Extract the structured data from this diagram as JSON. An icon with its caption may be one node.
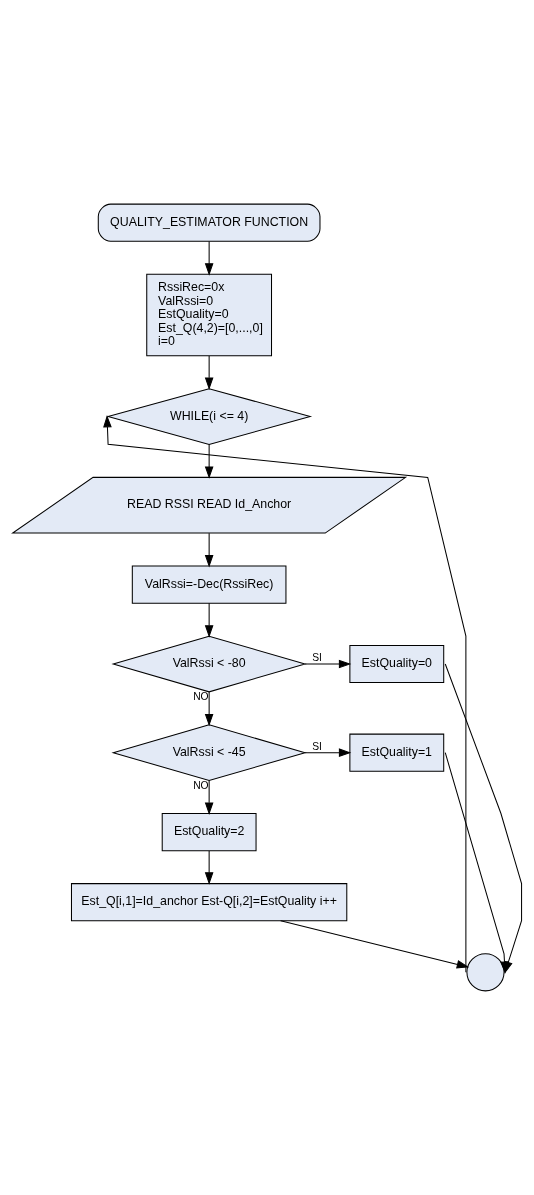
{
  "diagram": {
    "nodes": [
      {
        "text": [
          "QUALITY_ESTIMATOR FUNCTION"
        ]
      },
      {
        "text": [
          "RssiRec=0x",
          "ValRssi=0",
          "EstQuality=0",
          "Est_Q(4,2)=[0,...,0]",
          "i=0"
        ]
      },
      {
        "text": [
          "WHILE(i <= 4)"
        ]
      },
      {
        "text": [
          "READ RSSI READ Id_Anchor"
        ]
      },
      {
        "text": [
          "ValRssi=-Dec(RssiRec)"
        ]
      },
      {
        "text": [
          "ValRssi < -80"
        ]
      },
      {
        "text": [
          "EstQuality=0"
        ]
      },
      {
        "text": [
          "ValRssi < -45"
        ]
      },
      {
        "text": [
          "EstQuality=1"
        ]
      },
      {
        "text": [
          "EstQuality=2"
        ]
      },
      {
        "text": [
          "Est_Q[i,1]=Id_anchor Est-Q[i,2]=EstQuality i++"
        ]
      },
      {
        "text": [],
        "shape": "circle"
      }
    ],
    "edges": [
      {
        "from": 0,
        "to": 1,
        "arrow": "to"
      },
      {
        "from": 1,
        "to": 2,
        "arrow": "to"
      },
      {
        "from": 2,
        "to": 3,
        "arrow": "to"
      },
      {
        "from": 3,
        "to": 4,
        "arrow": "to"
      },
      {
        "from": 4,
        "to": 5,
        "arrow": "to"
      },
      {
        "from": 5,
        "to": 6,
        "arrow": "to",
        "label": "SI"
      },
      {
        "from": 5,
        "to": 7,
        "arrow": "to",
        "label": "NO"
      },
      {
        "from": 7,
        "to": 8,
        "arrow": "to",
        "label": "SI"
      },
      {
        "from": 7,
        "to": 9,
        "arrow": "to",
        "label": "NO"
      },
      {
        "from": 9,
        "to": 10,
        "arrow": "to"
      },
      {
        "from": 10,
        "to": 11,
        "arrow": "to"
      },
      {
        "from": 6,
        "to": 11,
        "arrow": "to"
      },
      {
        "from": 8,
        "to": 11,
        "arrow": "to"
      },
      {
        "from": 11,
        "to": 2,
        "arrow": "to"
      }
    ]
  }
}
